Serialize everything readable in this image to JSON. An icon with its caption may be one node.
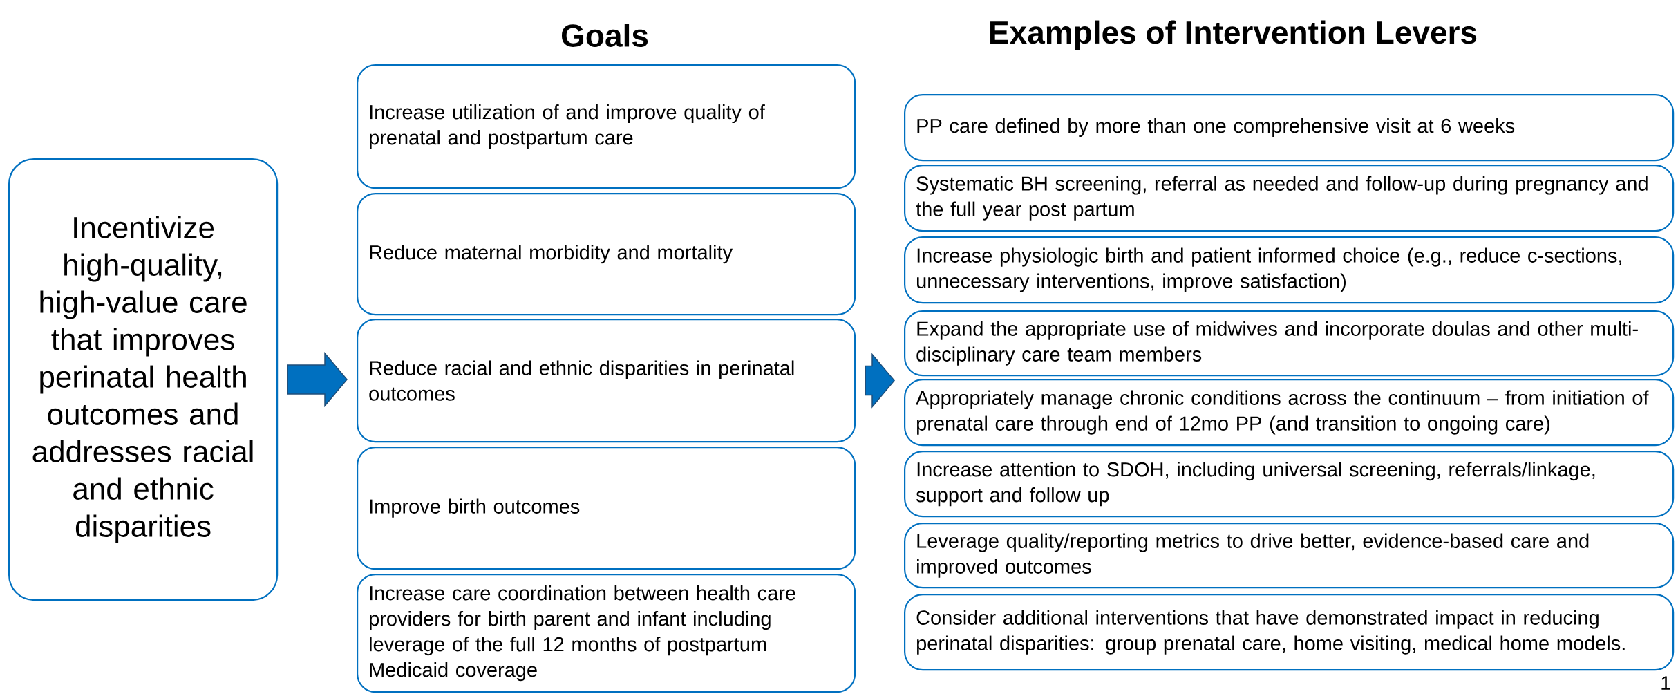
{
  "diagram": {
    "nodes": [
      {
        "text": [
          "Incentivize high-quality, high-value care that improves perinatal health outcomes and addresses racial and ethnic disparities"
        ]
      },
      {
        "text": [
          "Increase utilization of and improve quality of prenatal and postpartum care"
        ]
      },
      {
        "text": [
          "Reduce maternal morbidity and mortality"
        ]
      },
      {
        "text": [
          "Reduce racial and ethnic disparities in perinatal outcomes"
        ]
      },
      {
        "text": [
          "Improve birth outcomes"
        ]
      },
      {
        "text": [
          "Increase care coordination between health care providers for birth parent and infant including leverage of the full 12 months of postpartum Medicaid coverage"
        ]
      },
      {
        "text": [
          "PP care defined by more than one comprehensive visit at 6 weeks"
        ]
      },
      {
        "text": [
          "Systematic BH screening, referral as needed and follow-up during pregnancy and the full year post partum"
        ]
      },
      {
        "text": [
          "Increase physiologic birth and patient informed choice (e.g., reduce c-sections, unnecessary interventions, improve satisfaction)"
        ]
      },
      {
        "text": [
          "Expand the appropriate use of midwives and incorporate doulas and other multi-disciplinary care team members"
        ]
      },
      {
        "text": [
          "Appropriately manage chronic conditions across the continuum – from initiation of prenatal care through end of 12mo PP (and transition to ongoing care)"
        ]
      },
      {
        "text": [
          "Increase attention to SDOH, including universal screening, referrals/linkage, support and follow up"
        ]
      },
      {
        "text": [
          "Leverage quality/reporting metrics to drive better, evidence-based care and improved outcomes"
        ]
      },
      {
        "text": [
          "Consider additional interventions that have demonstrated impact in reducing perinatal disparities: group prenatal care, home visiting, medical home models."
        ]
      }
    ],
    "edges": [
      {
        "from": 0,
        "to": 3,
        "arrow": "to"
      },
      {
        "from": 3,
        "to": 10,
        "arrow": "to"
      }
    ],
    "labels": [
      "Goals",
      "Examples of Intervention Levers",
      "1"
    ]
  }
}
